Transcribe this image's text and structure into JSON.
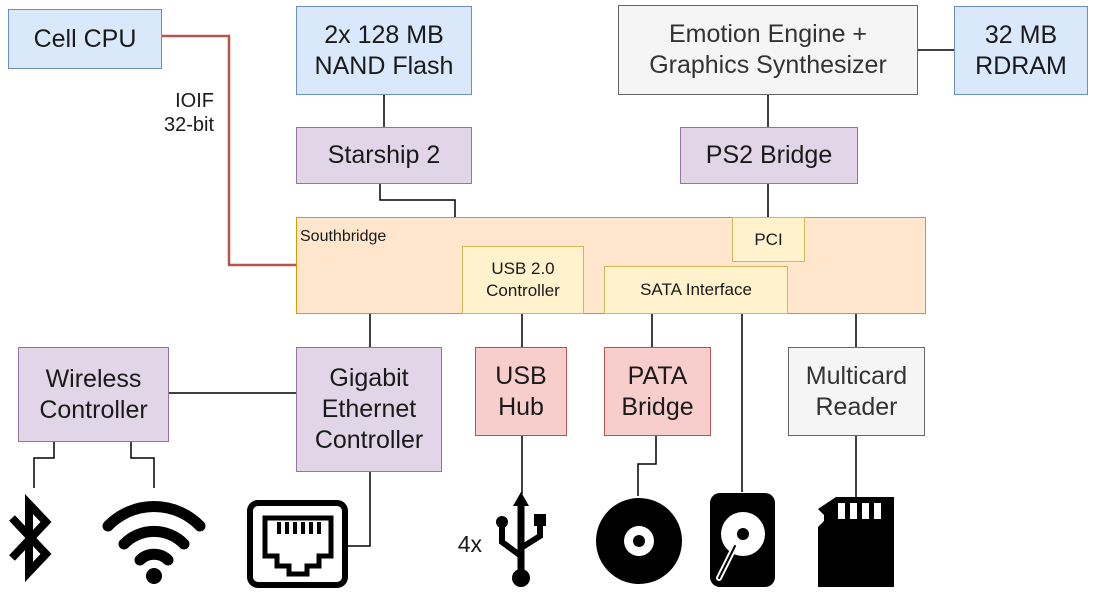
{
  "nodes": {
    "cell_cpu": "Cell CPU",
    "nand_flash": "2x 128 MB\nNAND Flash",
    "ee_gs": "Emotion Engine +\nGraphics Synthesizer",
    "rdram": "32 MB\nRDRAM",
    "starship": "Starship 2",
    "ps2_bridge": "PS2 Bridge",
    "southbridge": "Southbridge",
    "pci": "PCI",
    "usb_controller": "USB 2.0\nController",
    "sata": "SATA Interface",
    "wireless": "Wireless\nController",
    "gigabit": "Gigabit\nEthernet\nController",
    "usb_hub": "USB\nHub",
    "pata": "PATA\nBridge",
    "multicard": "Multicard\nReader"
  },
  "labels": {
    "ioif": "IOIF\n32-bit",
    "usb_count": "4x"
  },
  "icons": [
    "bluetooth-icon",
    "wifi-icon",
    "ethernet-port-icon",
    "usb-icon",
    "optical-disc-icon",
    "hard-drive-icon",
    "sd-card-icon"
  ],
  "colors": {
    "ioif_link": "#b85450",
    "wire": "#000000"
  }
}
